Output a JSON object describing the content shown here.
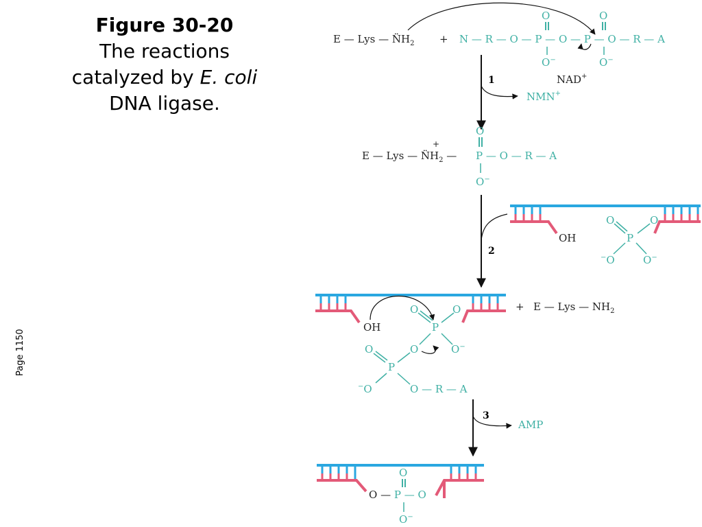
{
  "caption": {
    "title": "Figure 30-20",
    "line1": "The reactions",
    "line2_prefix": "catalyzed by ",
    "line2_italic": "E. coli",
    "line3": "DNA ligase."
  },
  "side_note": "Page 1150",
  "scheme": {
    "steps": [
      "1",
      "2",
      "3"
    ],
    "cofactor": "NAD+",
    "leaving_groups": [
      "NMN+",
      "AMP"
    ],
    "enzyme_amine": "E—Lys—NH2",
    "plus": "+",
    "hydroxyl": "OH",
    "colors": {
      "blue_strand": "#2aa7e0",
      "red_strand": "#e35a78",
      "teal_atoms": "#3fb0a4"
    }
  }
}
